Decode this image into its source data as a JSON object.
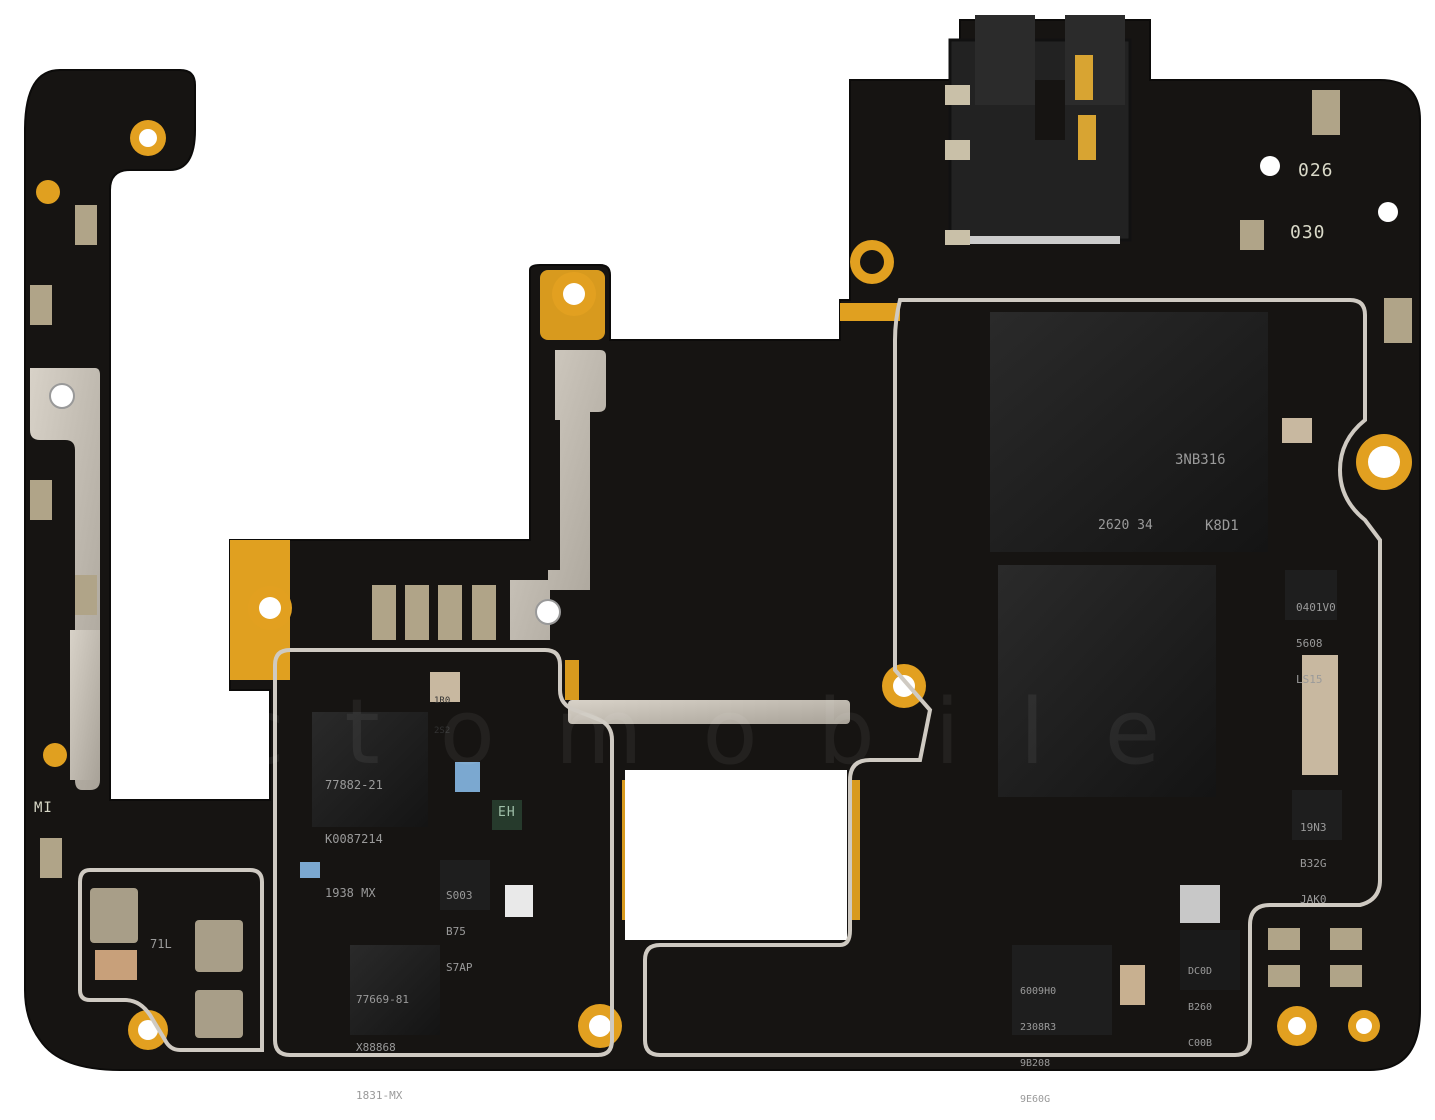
{
  "board": {
    "labels": {
      "top_right_1": "026",
      "top_right_2": "030",
      "brand": "MI",
      "eh": "EH"
    },
    "chips": {
      "ram_top": [
        "3NB316",
        "K8D1",
        "2620 34"
      ],
      "pmic_a": [
        "0401V0",
        "5608",
        "LS15"
      ],
      "pmic_b": [
        "19N3",
        "B32G",
        "JAK0"
      ],
      "pa_top": [
        "77882-21",
        "K0087214",
        "1938 MX"
      ],
      "pa_bottom": [
        "77669-81",
        "X88868",
        "1831-MX"
      ],
      "small_a": [
        "S003",
        "B75",
        "S7AP"
      ],
      "audio": [
        "6009H0",
        "2308R3",
        "9B208",
        "9E60G"
      ],
      "right_small": [
        "DC0D",
        "B260",
        "C00B"
      ],
      "cap_small": [
        "1R0",
        "2S2"
      ],
      "pmic_left": [
        "71L"
      ]
    },
    "watermark": "ictomobile",
    "colors": {
      "pcb": "#141210",
      "gold": "#e2a020",
      "shield": "#c9c4bc",
      "chip": "#1d1d1d"
    }
  }
}
